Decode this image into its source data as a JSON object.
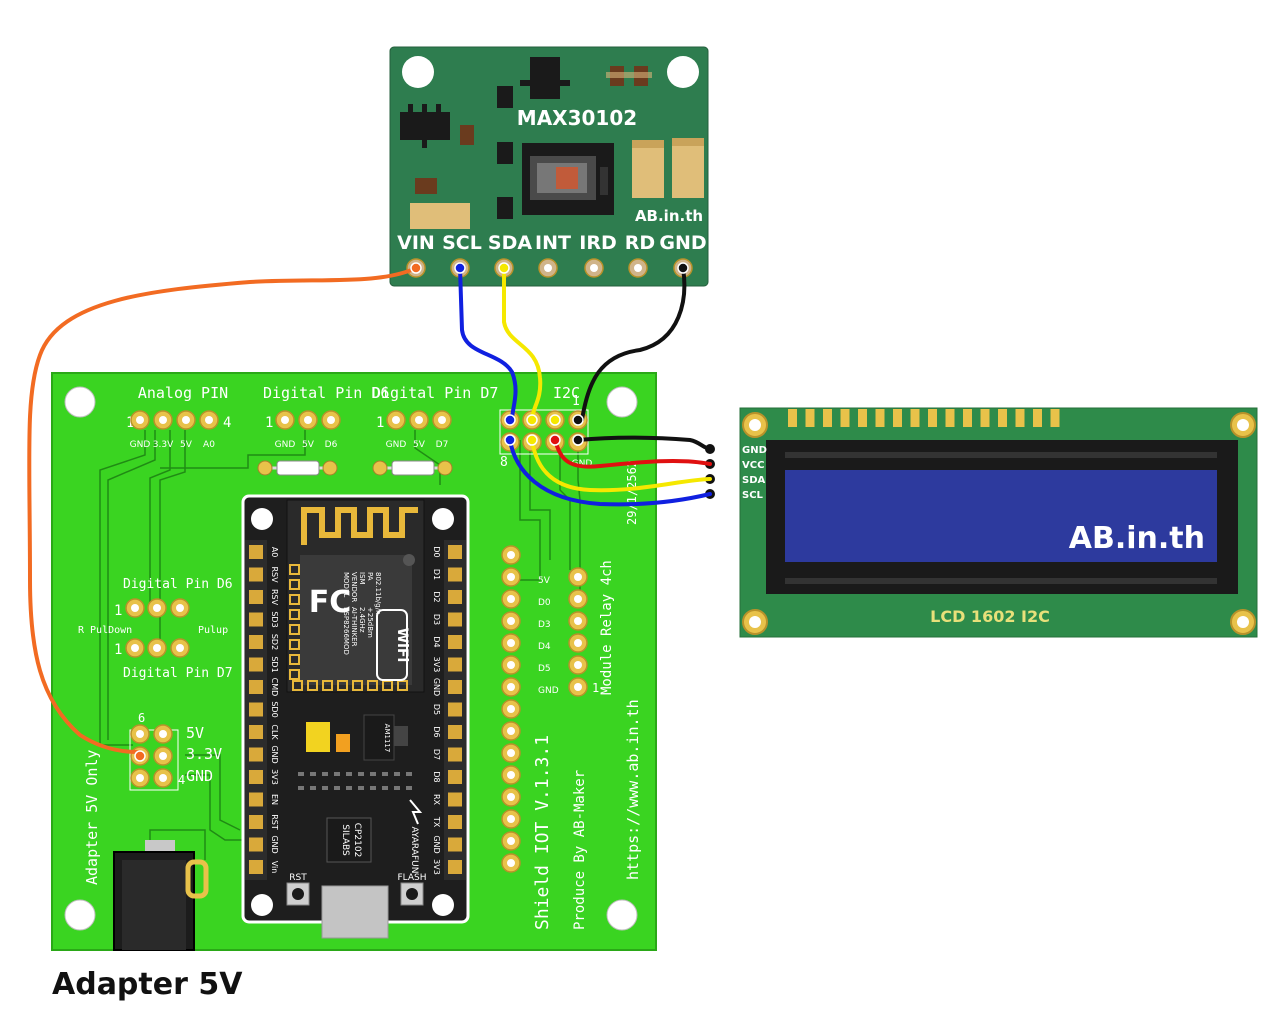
{
  "sensor": {
    "name": "MAX30102",
    "brand": "AB.in.th",
    "pins": [
      "VIN",
      "SCL",
      "SDA",
      "INT",
      "IRD",
      "RD",
      "GND"
    ]
  },
  "shield": {
    "title": "Shield IOT V.1.3.1",
    "producer": "Produce By AB-Maker",
    "url": "https://www.ab.in.th",
    "serial": "29/1/2562",
    "adapter_note": "Adapter 5V Only",
    "headers": {
      "analog": {
        "title": "Analog PIN",
        "num_left": "1",
        "num_right": "4",
        "sub": [
          "GND",
          "3.3V",
          "5V",
          "A0"
        ]
      },
      "d6": {
        "title": "Digital Pin D6",
        "num_left": "1",
        "sub": [
          "GND",
          "5V",
          "D6"
        ]
      },
      "d7": {
        "title": "Digital Pin D7",
        "num_left": "1",
        "sub": [
          "GND",
          "5V",
          "D7"
        ]
      },
      "i2c": {
        "title": "I2C",
        "num_top": "1",
        "num_bottom": "8",
        "sub": [
          "GND"
        ]
      },
      "left_d6": {
        "title": "Digital Pin D6",
        "num": "1"
      },
      "left_d7": {
        "title": "Digital Pin D7",
        "num": "1"
      },
      "pull": {
        "down": "R PulDown",
        "up": "Pulup"
      },
      "power": {
        "num_top": "6",
        "num_bottom": "4",
        "labels": [
          "5V",
          "3.3V",
          "GND"
        ]
      },
      "relay": {
        "title": "Module Relay 4ch",
        "pins": [
          "5V",
          "D0",
          "D3",
          "D4",
          "D5",
          "GND"
        ],
        "num": "1"
      }
    }
  },
  "nodemcu": {
    "module_lines": [
      "MODEL",
      "VENDOR",
      "ISM",
      "PA",
      "802.11b/g/n"
    ],
    "module_values": [
      "ESP8266MOD",
      "AI-THINKER",
      "2.4GHz",
      "+25dBm"
    ],
    "wifi": "WiFi",
    "fc": "FC",
    "left_pins": [
      "A0",
      "RSV",
      "RSV",
      "SD3",
      "SD2",
      "SD1",
      "CMD",
      "SD0",
      "CLK",
      "GND",
      "3V3",
      "EN",
      "RST",
      "GND",
      "Vin"
    ],
    "right_pins": [
      "D0",
      "D1",
      "D2",
      "D3",
      "D4",
      "3V3",
      "GND",
      "D5",
      "D6",
      "D7",
      "D8",
      "RX",
      "TX",
      "GND",
      "3V3"
    ],
    "chip_lines": [
      "SILABS",
      "CP2102"
    ],
    "reg": "AM1117",
    "brand": "AYARAFUN",
    "rst": "RST",
    "flash": "FLASH"
  },
  "lcd": {
    "text": "AB.in.th",
    "label": "LCD 1602 I2C",
    "pins": [
      "GND",
      "VCC",
      "SDA",
      "SCL"
    ]
  },
  "adapter_label": "Adapter 5V",
  "colors": {
    "sensor_board": "#2e7d4f",
    "shield": "#3ad421",
    "lcd_board": "#2e8b4a",
    "lcd_screen": "#2d3a9e",
    "wire_vin": "#f26b22",
    "wire_scl": "#1020e0",
    "wire_sda": "#f5e800",
    "wire_gnd": "#111111",
    "wire_vcc": "#e01010"
  }
}
